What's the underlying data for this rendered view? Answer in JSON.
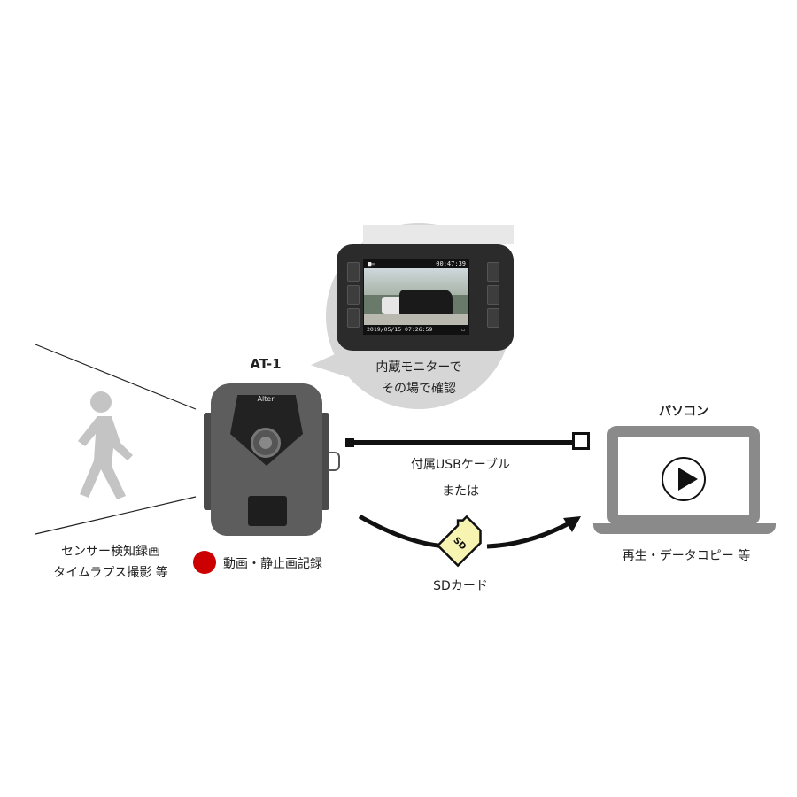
{
  "camera": {
    "model_label": "AT-1",
    "brand": "Alter"
  },
  "monitor_bubble": {
    "caption_line1": "内蔵モニターで",
    "caption_line2": "その場で確認",
    "screen_time": "00:47:39",
    "screen_datetime": "2019/05/15 07:26:59"
  },
  "sensor_caption": {
    "line1": "センサー検知録画",
    "line2": "タイムラプス撮影 等"
  },
  "record_caption": "動画・静止画記録",
  "transfer": {
    "usb_label": "付属USBケーブル",
    "or_label": "または",
    "sd_label": "SDカード",
    "sd_card_text": "SD"
  },
  "pc": {
    "title": "パソコン",
    "caption": "再生・データコピー 等"
  },
  "colors": {
    "record_dot": "#cc0000",
    "sd_card_fill": "#f7f3b0",
    "laptop_gray": "#8a8a8a",
    "bubble_gray": "#d6d6d6"
  }
}
